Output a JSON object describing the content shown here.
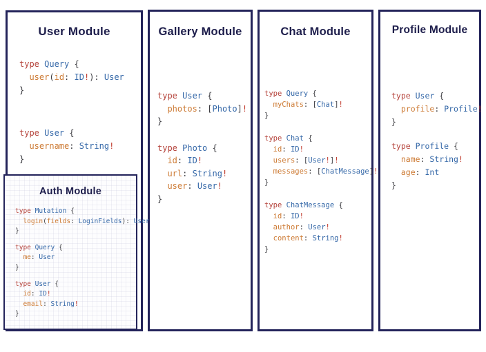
{
  "colors": {
    "panel_border": "#23235a",
    "title_text": "#1d1d4b",
    "code_keyword": "#b5433b",
    "code_type": "#3568a8",
    "code_field": "#cd7b35",
    "code_punctuation": "#3d3d42",
    "code_bang": "#c0392b",
    "background": "#ffffff"
  },
  "panels": [
    {
      "id": "user-module",
      "title": "User Module",
      "code": [
        [
          [
            [
              "k",
              "type "
            ],
            [
              "t",
              "Query "
            ],
            [
              "p",
              "{"
            ]
          ],
          [
            [
              "p",
              "  "
            ],
            [
              "f",
              "user"
            ],
            [
              "p",
              "("
            ],
            [
              "f",
              "id"
            ],
            [
              "p",
              ": "
            ],
            [
              "t",
              "ID"
            ],
            [
              "b",
              "!"
            ],
            [
              "p",
              "): "
            ],
            [
              "t",
              "User"
            ]
          ],
          [
            [
              "p",
              "}"
            ]
          ]
        ],
        [
          [
            [
              "k",
              "type "
            ],
            [
              "t",
              "User "
            ],
            [
              "p",
              "{"
            ]
          ],
          [
            [
              "p",
              "  "
            ],
            [
              "f",
              "username"
            ],
            [
              "p",
              ": "
            ],
            [
              "t",
              "String"
            ],
            [
              "b",
              "!"
            ]
          ],
          [
            [
              "p",
              "}"
            ]
          ]
        ]
      ]
    },
    {
      "id": "auth-module",
      "title": "Auth Module",
      "code": [
        [
          [
            [
              "k",
              "type "
            ],
            [
              "t",
              "Mutation "
            ],
            [
              "p",
              "{"
            ]
          ],
          [
            [
              "p",
              "  "
            ],
            [
              "f",
              "login"
            ],
            [
              "p",
              "("
            ],
            [
              "f",
              "fields"
            ],
            [
              "p",
              ": "
            ],
            [
              "t",
              "LoginFields"
            ],
            [
              "p",
              "): "
            ],
            [
              "t",
              "User"
            ]
          ],
          [
            [
              "p",
              "}"
            ]
          ]
        ],
        [
          [
            [
              "k",
              "type "
            ],
            [
              "t",
              "Query "
            ],
            [
              "p",
              "{"
            ]
          ],
          [
            [
              "p",
              "  "
            ],
            [
              "f",
              "me"
            ],
            [
              "p",
              ": "
            ],
            [
              "t",
              "User"
            ]
          ],
          [
            [
              "p",
              "}"
            ]
          ]
        ],
        [
          [
            [
              "k",
              "type "
            ],
            [
              "t",
              "User "
            ],
            [
              "p",
              "{"
            ]
          ],
          [
            [
              "p",
              "  "
            ],
            [
              "f",
              "id"
            ],
            [
              "p",
              ": "
            ],
            [
              "t",
              "ID"
            ],
            [
              "b",
              "!"
            ]
          ],
          [
            [
              "p",
              "  "
            ],
            [
              "f",
              "email"
            ],
            [
              "p",
              ": "
            ],
            [
              "t",
              "String"
            ],
            [
              "b",
              "!"
            ]
          ],
          [
            [
              "p",
              "}"
            ]
          ]
        ]
      ]
    },
    {
      "id": "gallery-module",
      "title": "Gallery Module",
      "code": [
        [
          [
            [
              "k",
              "type "
            ],
            [
              "t",
              "User "
            ],
            [
              "p",
              "{"
            ]
          ],
          [
            [
              "p",
              "  "
            ],
            [
              "f",
              "photos"
            ],
            [
              "p",
              ": ["
            ],
            [
              "t",
              "Photo"
            ],
            [
              "p",
              "]"
            ],
            [
              "b",
              "!"
            ]
          ],
          [
            [
              "p",
              "}"
            ]
          ]
        ],
        [
          [
            [
              "k",
              "type "
            ],
            [
              "t",
              "Photo "
            ],
            [
              "p",
              "{"
            ]
          ],
          [
            [
              "p",
              "  "
            ],
            [
              "f",
              "id"
            ],
            [
              "p",
              ": "
            ],
            [
              "t",
              "ID"
            ],
            [
              "b",
              "!"
            ]
          ],
          [
            [
              "p",
              "  "
            ],
            [
              "f",
              "url"
            ],
            [
              "p",
              ": "
            ],
            [
              "t",
              "String"
            ],
            [
              "b",
              "!"
            ]
          ],
          [
            [
              "p",
              "  "
            ],
            [
              "f",
              "user"
            ],
            [
              "p",
              ": "
            ],
            [
              "t",
              "User"
            ],
            [
              "b",
              "!"
            ]
          ],
          [
            [
              "p",
              "}"
            ]
          ]
        ]
      ]
    },
    {
      "id": "chat-module",
      "title": "Chat Module",
      "code": [
        [
          [
            [
              "k",
              "type "
            ],
            [
              "t",
              "Query "
            ],
            [
              "p",
              "{"
            ]
          ],
          [
            [
              "p",
              "  "
            ],
            [
              "f",
              "myChats"
            ],
            [
              "p",
              ": ["
            ],
            [
              "t",
              "Chat"
            ],
            [
              "p",
              "]"
            ],
            [
              "b",
              "!"
            ]
          ],
          [
            [
              "p",
              "}"
            ]
          ]
        ],
        [
          [
            [
              "k",
              "type "
            ],
            [
              "t",
              "Chat "
            ],
            [
              "p",
              "{"
            ]
          ],
          [
            [
              "p",
              "  "
            ],
            [
              "f",
              "id"
            ],
            [
              "p",
              ": "
            ],
            [
              "t",
              "ID"
            ],
            [
              "b",
              "!"
            ]
          ],
          [
            [
              "p",
              "  "
            ],
            [
              "f",
              "users"
            ],
            [
              "p",
              ": ["
            ],
            [
              "t",
              "User"
            ],
            [
              "b",
              "!"
            ],
            [
              "p",
              "]"
            ],
            [
              "b",
              "!"
            ]
          ],
          [
            [
              "p",
              "  "
            ],
            [
              "f",
              "messages"
            ],
            [
              "p",
              ": ["
            ],
            [
              "t",
              "ChatMessage"
            ],
            [
              "p",
              "]"
            ],
            [
              "b",
              "!"
            ]
          ],
          [
            [
              "p",
              "}"
            ]
          ]
        ],
        [
          [
            [
              "k",
              "type "
            ],
            [
              "t",
              "ChatMessage "
            ],
            [
              "p",
              "{"
            ]
          ],
          [
            [
              "p",
              "  "
            ],
            [
              "f",
              "id"
            ],
            [
              "p",
              ": "
            ],
            [
              "t",
              "ID"
            ],
            [
              "b",
              "!"
            ]
          ],
          [
            [
              "p",
              "  "
            ],
            [
              "f",
              "author"
            ],
            [
              "p",
              ": "
            ],
            [
              "t",
              "User"
            ],
            [
              "b",
              "!"
            ]
          ],
          [
            [
              "p",
              "  "
            ],
            [
              "f",
              "content"
            ],
            [
              "p",
              ": "
            ],
            [
              "t",
              "String"
            ],
            [
              "b",
              "!"
            ]
          ],
          [
            [
              "p",
              "}"
            ]
          ]
        ]
      ]
    },
    {
      "id": "profile-module",
      "title": "Profile Module",
      "code": [
        [
          [
            [
              "k",
              "type "
            ],
            [
              "t",
              "User "
            ],
            [
              "p",
              "{"
            ]
          ],
          [
            [
              "p",
              "  "
            ],
            [
              "f",
              "profile"
            ],
            [
              "p",
              ": "
            ],
            [
              "t",
              "Profile"
            ],
            [
              "b",
              "!"
            ]
          ],
          [
            [
              "p",
              "}"
            ]
          ]
        ],
        [
          [
            [
              "k",
              "type "
            ],
            [
              "t",
              "Profile "
            ],
            [
              "p",
              "{"
            ]
          ],
          [
            [
              "p",
              "  "
            ],
            [
              "f",
              "name"
            ],
            [
              "p",
              ": "
            ],
            [
              "t",
              "String"
            ],
            [
              "b",
              "!"
            ]
          ],
          [
            [
              "p",
              "  "
            ],
            [
              "f",
              "age"
            ],
            [
              "p",
              ": "
            ],
            [
              "t",
              "Int"
            ]
          ],
          [
            [
              "p",
              "}"
            ]
          ]
        ]
      ]
    }
  ]
}
